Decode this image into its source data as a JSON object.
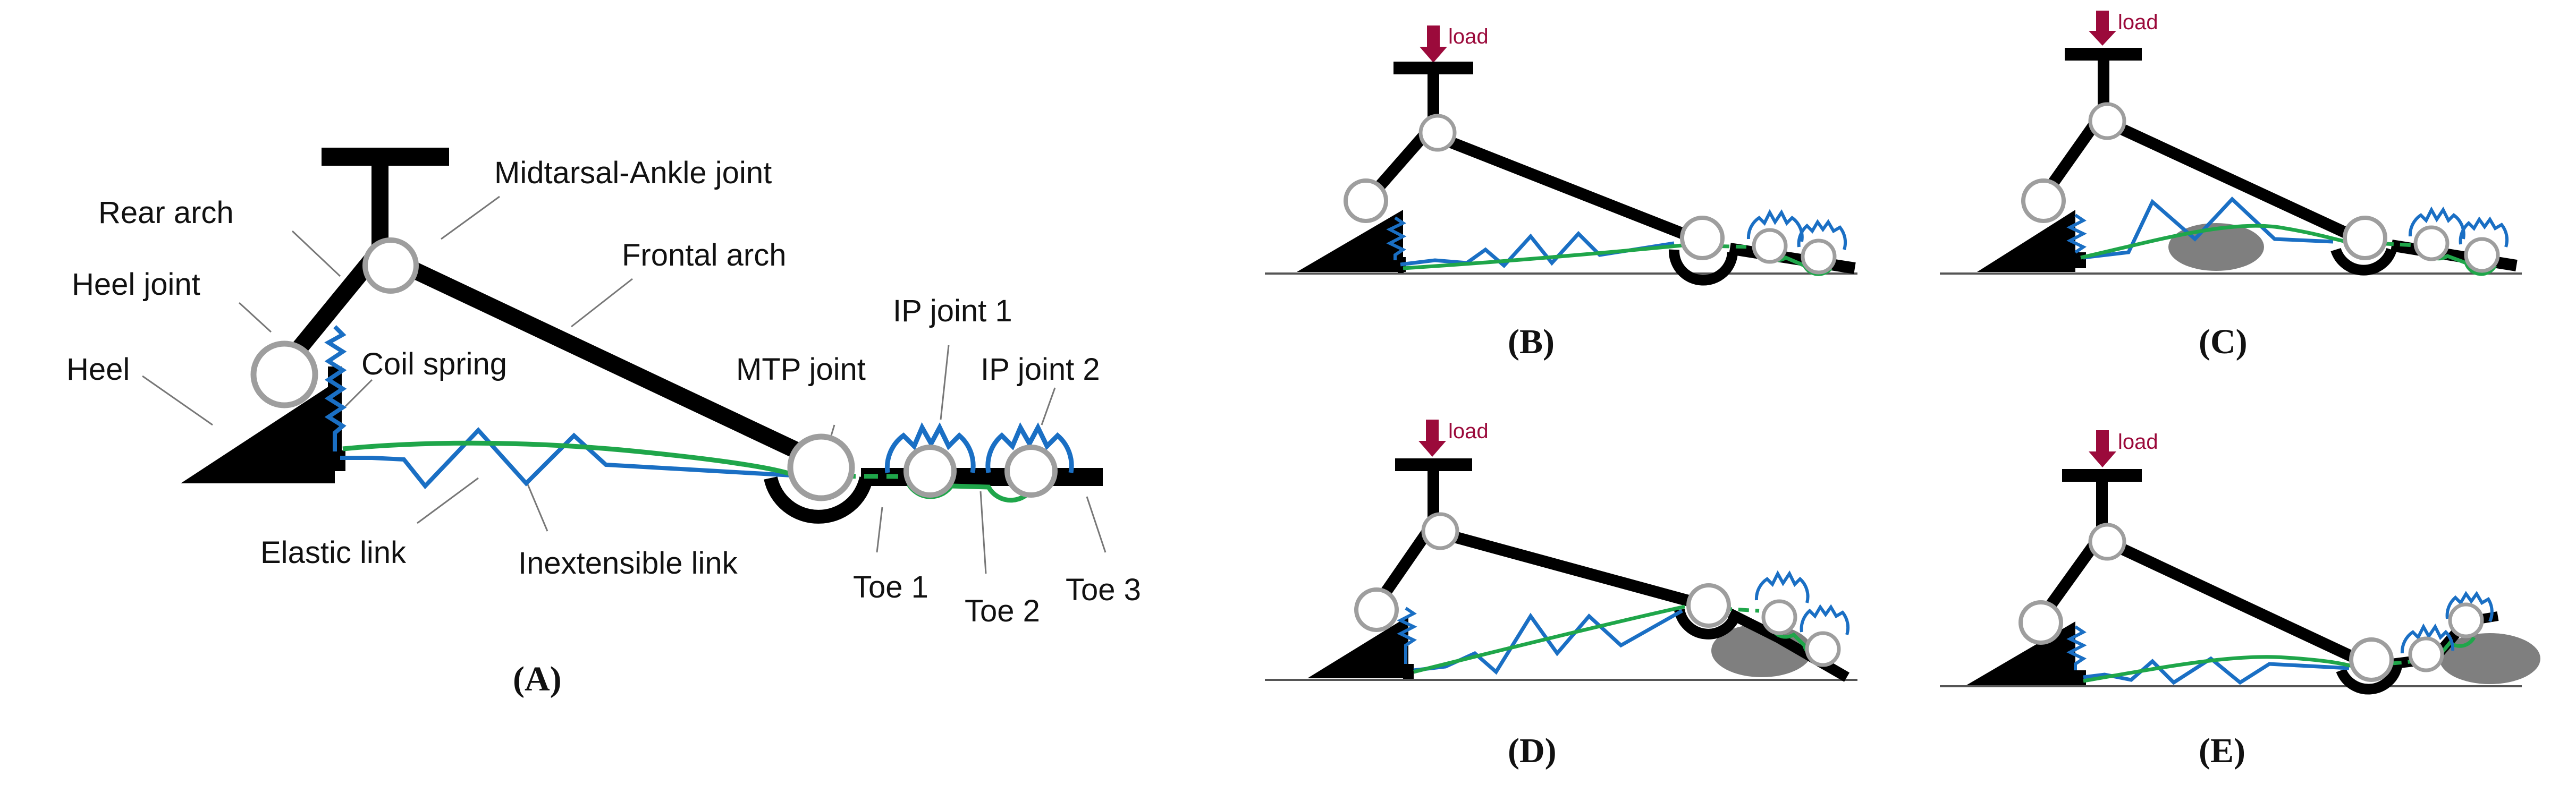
{
  "panel_a": {
    "labels": {
      "midtarsal_ankle_joint": "Midtarsal-Ankle joint",
      "rear_arch": "Rear arch",
      "frontal_arch": "Frontal arch",
      "heel_joint": "Heel joint",
      "coil_spring": "Coil spring",
      "heel": "Heel",
      "ip_joint_1": "IP joint 1",
      "ip_joint_2": "IP joint 2",
      "mtp_joint": "MTP joint",
      "elastic_link": "Elastic link",
      "inextensible_link": "Inextensible link",
      "toe_1": "Toe 1",
      "toe_2": "Toe 2",
      "toe_3": "Toe 3"
    },
    "caption": "(A)"
  },
  "panels": [
    {
      "caption": "(B)",
      "load_label": "load"
    },
    {
      "caption": "(C)",
      "load_label": "load"
    },
    {
      "caption": "(D)",
      "load_label": "load"
    },
    {
      "caption": "(E)",
      "load_label": "load"
    }
  ],
  "colors": {
    "structure": "#000000",
    "joint_outline": "#9e9e9e",
    "elastic_link": "#1a6fc4",
    "inextensible_link": "#1fa64a",
    "load_arrow": "#9b0a3b",
    "obstacle": "#7f7f7f",
    "ground": "#555555"
  }
}
